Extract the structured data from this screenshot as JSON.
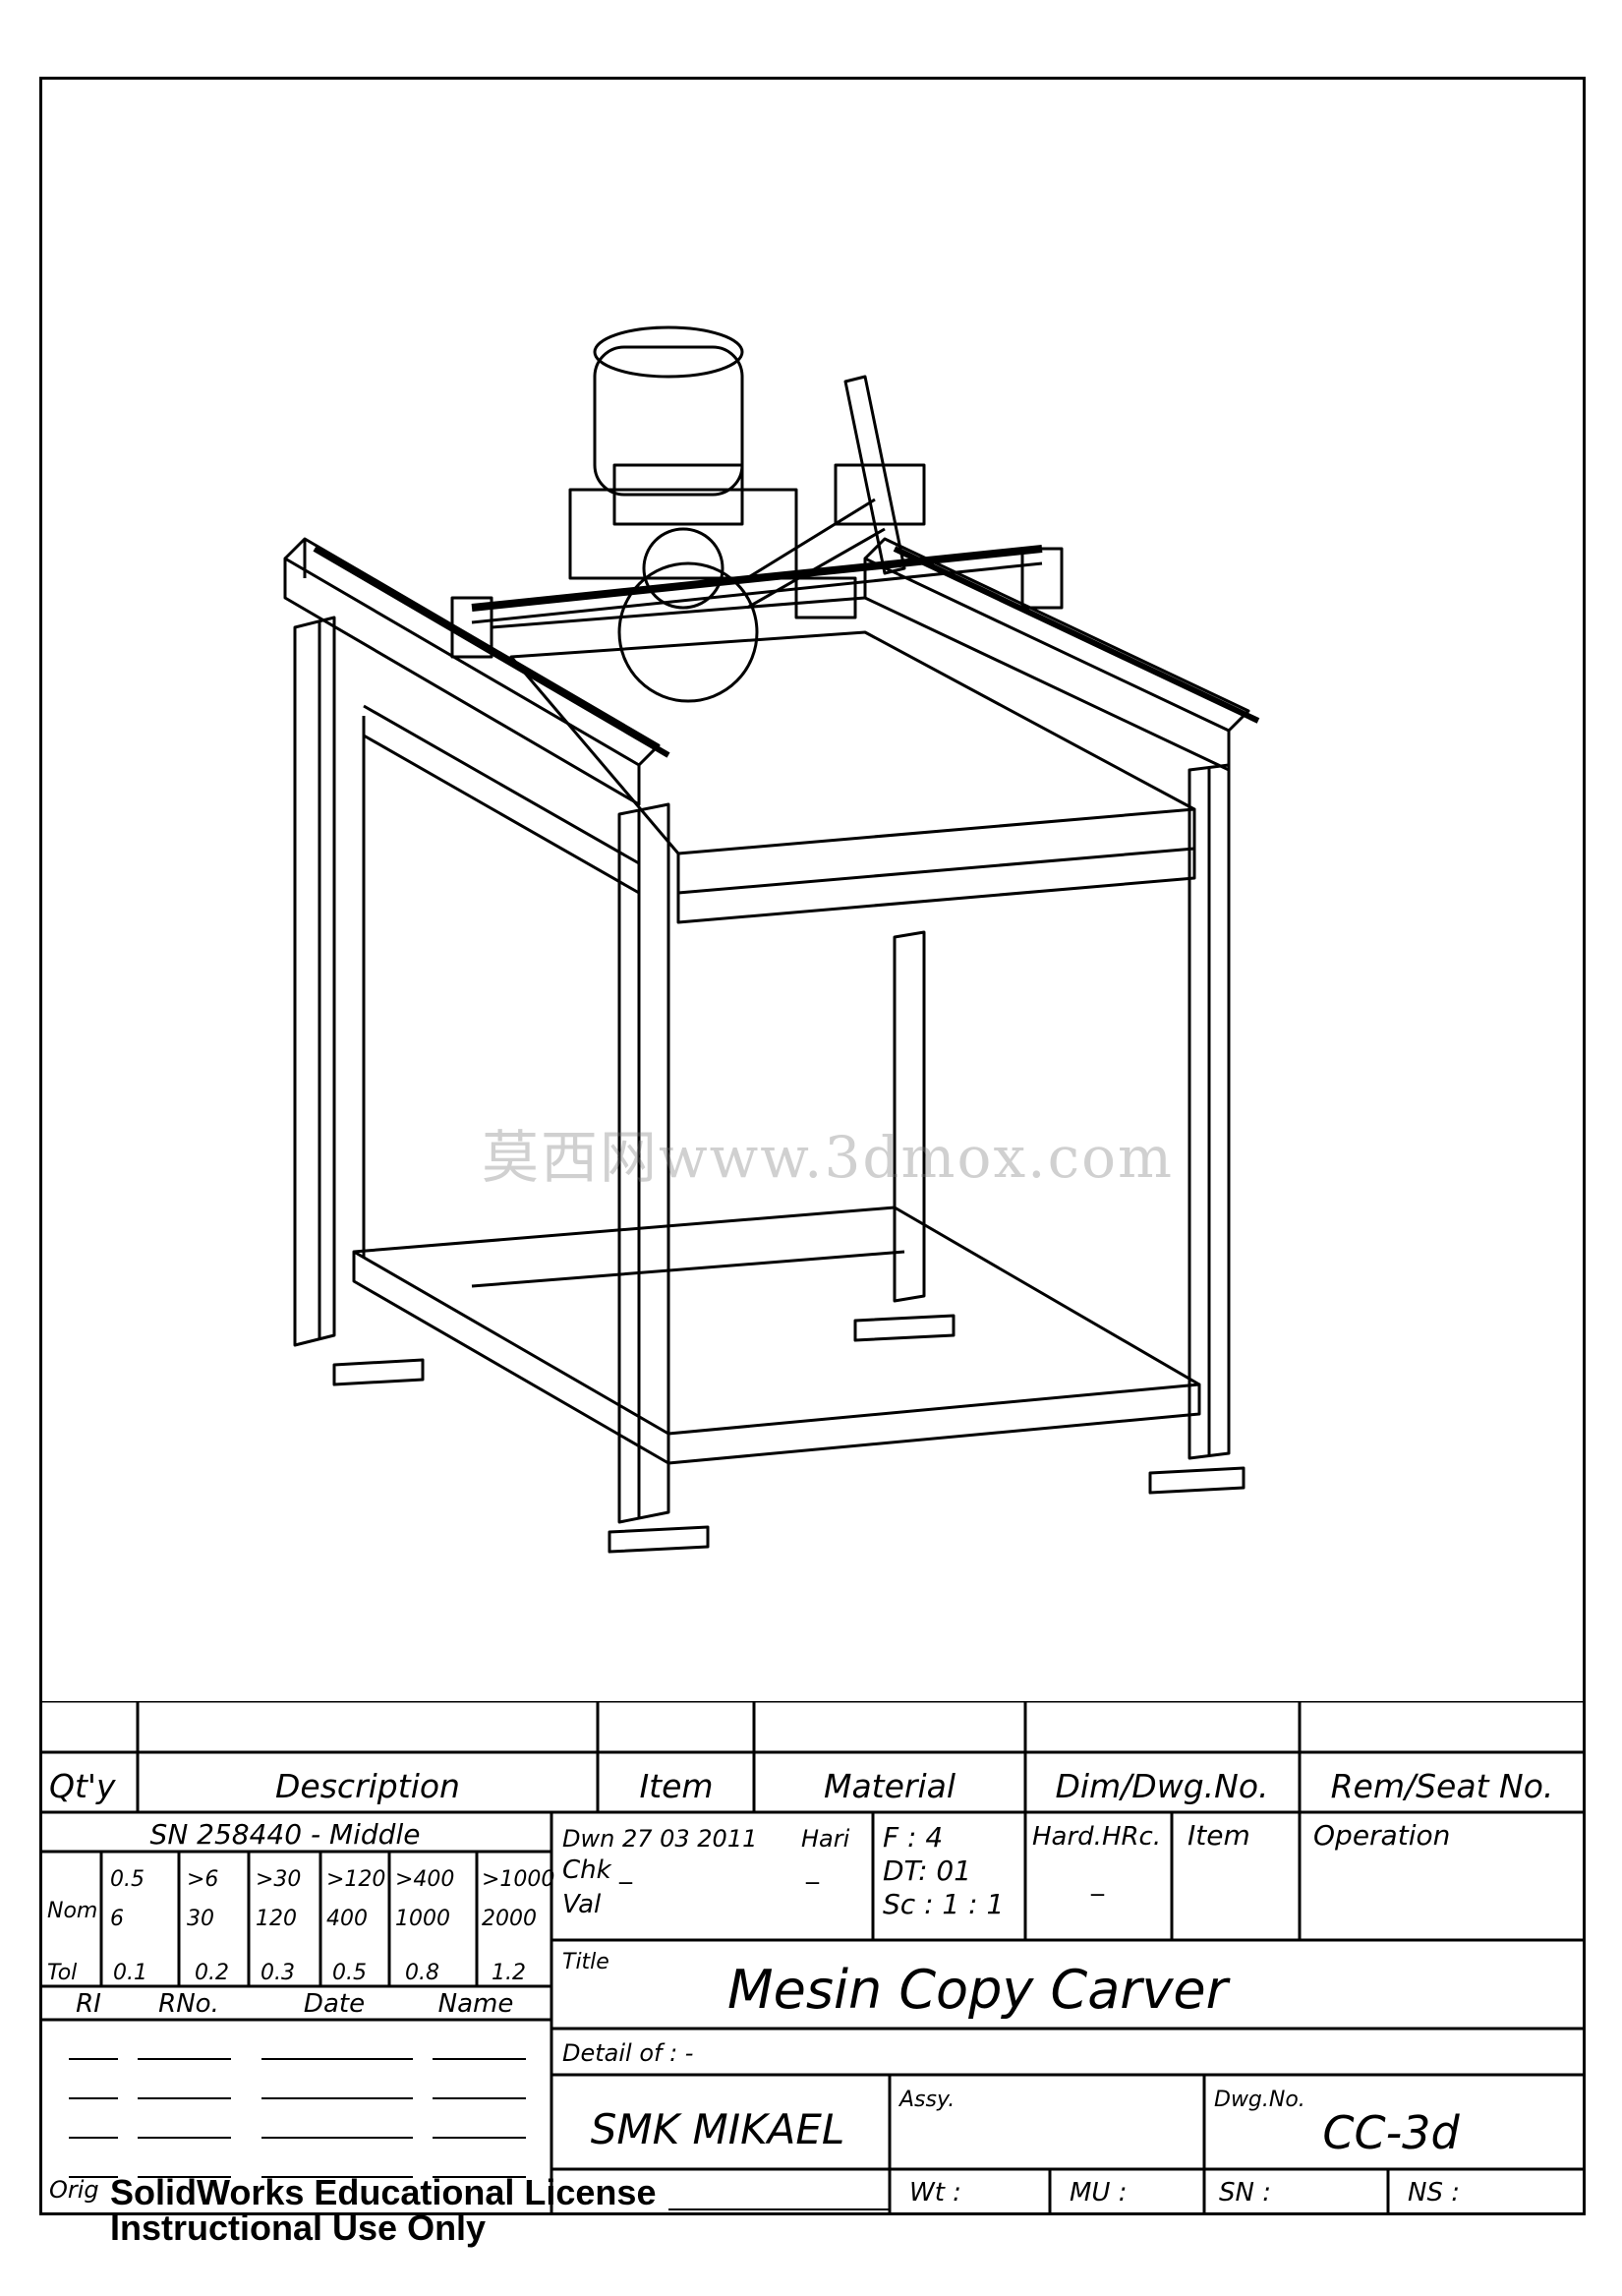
{
  "watermark": "莫西网www.3dmox.com",
  "license": {
    "line1": "SolidWorks Educational License",
    "line2": "Instructional Use Only"
  },
  "bom_headers": {
    "qty": "Qt'y",
    "description": "Description",
    "item": "Item",
    "material": "Material",
    "dim": "Dim/Dwg.No.",
    "rem": "Rem/Seat No."
  },
  "tolerance": {
    "standard": "SN 258440 - Middle",
    "nom_label": "Nom",
    "tol_label": "Tol",
    "ranges_top": [
      "0.5",
      ">6",
      ">30",
      ">120",
      ">400",
      ">1000"
    ],
    "ranges_bottom": [
      "6",
      "30",
      "120",
      "400",
      "1000",
      "2000"
    ],
    "tolerances": [
      "0.1",
      "0.2",
      "0.3",
      "0.5",
      "0.8",
      "1.2"
    ]
  },
  "revision": {
    "headers": [
      "RI",
      "RNo.",
      "Date",
      "Name"
    ]
  },
  "drawn": {
    "dwn": "Dwn 27 03 2011",
    "hari": "Hari",
    "chk": "Chk _",
    "chk_val": "_",
    "val": "Val"
  },
  "format": {
    "f": "F : 4",
    "dt": "DT: 01",
    "sc": "Sc : 1 : 1"
  },
  "hardness": {
    "label": "Hard.HRc.",
    "value": "_"
  },
  "item_label": "Item",
  "operation_label": "Operation",
  "title": {
    "label": "Title",
    "value": "Mesin Copy Carver"
  },
  "detail": "Detail of : -",
  "school": "SMK MIKAEL",
  "assy_label": "Assy.",
  "dwg": {
    "label": "Dwg.No.",
    "value": "CC-3d"
  },
  "orig_label": "Orig",
  "footer": {
    "wt": "Wt :",
    "mu": "MU :",
    "sn": "SN :",
    "ns": "NS :"
  }
}
